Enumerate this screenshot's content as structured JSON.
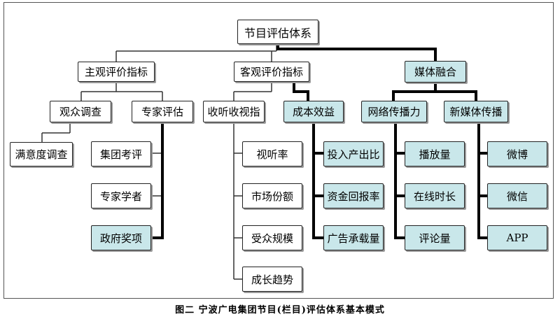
{
  "diagram": {
    "root": "节目评估体系",
    "level1": [
      {
        "id": "subjective",
        "label": "主观评价指标",
        "highlight": false
      },
      {
        "id": "objective",
        "label": "客观评价指标",
        "highlight": false
      },
      {
        "id": "media",
        "label": "媒体融合",
        "highlight": true
      }
    ],
    "level2": [
      {
        "id": "audience_survey",
        "label": "观众调查",
        "highlight": false
      },
      {
        "id": "expert_eval",
        "label": "专家评估",
        "highlight": false
      },
      {
        "id": "ratings",
        "label": "收听收视指",
        "highlight": false
      },
      {
        "id": "cost_benefit",
        "label": "成本效益",
        "highlight": true
      },
      {
        "id": "network_reach",
        "label": "网络传播力",
        "highlight": true
      },
      {
        "id": "new_media",
        "label": "新媒体传播",
        "highlight": true
      }
    ],
    "level3": {
      "audience_survey": [
        {
          "label": "满意度调查",
          "highlight": false
        }
      ],
      "expert_eval": [
        {
          "label": "集团考评",
          "highlight": false
        },
        {
          "label": "专家学者",
          "highlight": false
        },
        {
          "label": "政府奖项",
          "highlight": true
        }
      ],
      "ratings": [
        {
          "label": "视听率",
          "highlight": false
        },
        {
          "label": "市场份额",
          "highlight": false
        },
        {
          "label": "受众规模",
          "highlight": false
        },
        {
          "label": "成长趋势",
          "highlight": false
        }
      ],
      "cost_benefit": [
        {
          "label": "投入产出比",
          "highlight": true
        },
        {
          "label": "资金回报率",
          "highlight": true
        },
        {
          "label": "广告承载量",
          "highlight": true
        }
      ],
      "network_reach": [
        {
          "label": "播放量",
          "highlight": true
        },
        {
          "label": "在线时长",
          "highlight": true
        },
        {
          "label": "评论量",
          "highlight": true
        }
      ],
      "new_media": [
        {
          "label": "微博",
          "highlight": true
        },
        {
          "label": "微信",
          "highlight": true
        },
        {
          "label": "APP",
          "highlight": true
        }
      ]
    }
  },
  "caption": "图二 宁波广电集团节目(栏目)评估体系基本模式",
  "colors": {
    "highlight_fill": "#c9e7ea",
    "plain_fill": "#ffffff",
    "border": "#222222"
  }
}
